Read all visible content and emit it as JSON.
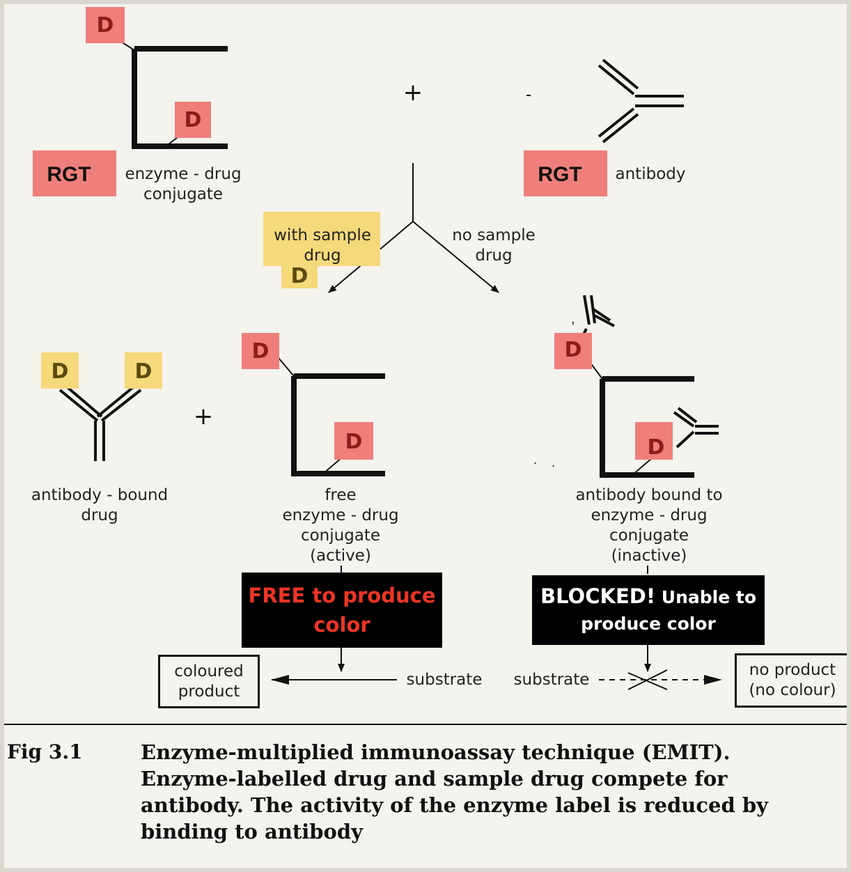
{
  "colors": {
    "reagent_highlight": "#ef7f7b",
    "sample_highlight": "#f5d97a",
    "callout_background": "#000000",
    "free_text": "#ee3524",
    "blocked_text": "#ffffff"
  },
  "drug_marker": "D",
  "reagents": {
    "conjugate": {
      "tag": "RGT",
      "label_lines": [
        "enzyme - drug",
        "conjugate"
      ]
    },
    "antibody": {
      "tag": "RGT",
      "label": "antibody"
    }
  },
  "plus_sign": "+",
  "branches": {
    "left": {
      "label_lines": [
        "with sample",
        "drug"
      ]
    },
    "right": {
      "label_lines": [
        "no sample",
        "drug"
      ]
    }
  },
  "products": {
    "antibody_bound_drug": {
      "label_lines": [
        "antibody - bound",
        "drug"
      ]
    },
    "free_conjugate": {
      "label_lines": [
        "free",
        "enzyme - drug",
        "conjugate",
        "(active)"
      ]
    },
    "blocked_conjugate": {
      "label_lines": [
        "antibody bound to",
        "enzyme - drug",
        "conjugate",
        "(inactive)"
      ]
    }
  },
  "callouts": {
    "free": {
      "lines": [
        "FREE to produce",
        "color"
      ]
    },
    "blocked": {
      "big": "BLOCKED!",
      "rest": " Unable to",
      "line2": "produce color"
    }
  },
  "reaction": {
    "substrate_left": "substrate",
    "substrate_right": "substrate",
    "coloured_product_lines": [
      "coloured",
      "product"
    ],
    "no_product_lines": [
      "no product",
      "(no colour)"
    ]
  },
  "caption": {
    "number": "Fig 3.1",
    "lines": [
      "Enzyme-multiplied immunoassay technique (EMIT).",
      "Enzyme-labelled drug and sample drug compete for",
      "antibody. The activity of the enzyme label is reduced by",
      "binding to antibody"
    ]
  }
}
